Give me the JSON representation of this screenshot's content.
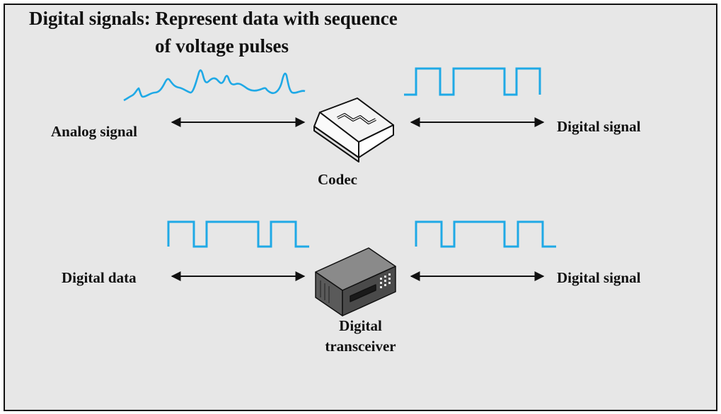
{
  "title": {
    "line1": "Digital signals: Represent data with sequence",
    "line2": "of voltage pulses"
  },
  "labels": {
    "analog_signal": "Analog signal",
    "digital_signal_top": "Digital signal",
    "codec": "Codec",
    "digital_data": "Digital data",
    "digital_signal_bottom": "Digital signal",
    "transceiver_line1": "Digital",
    "transceiver_line2": "transceiver"
  },
  "colors": {
    "signal": "#1fa9e6",
    "background": "#e7e7e7",
    "text": "#111111"
  }
}
